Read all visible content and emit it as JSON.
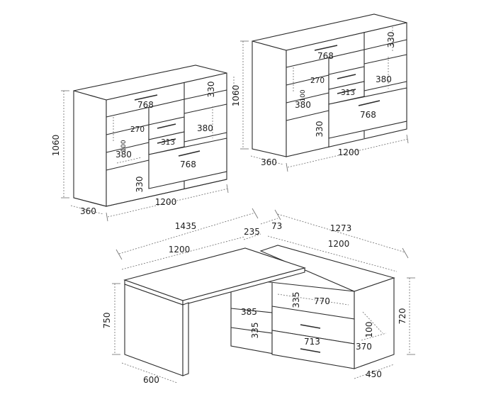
{
  "left_cabinet": {
    "height": "1060",
    "depth": "360",
    "width": "1200",
    "drawer_top": "768",
    "drawer_bottom": "768",
    "small_drawer": "313",
    "small_drawer_height": "100",
    "side_shelf_top": "330",
    "side_shelf_bottom": "330",
    "inner_width_270": "270",
    "right_compartment": "380",
    "left_compartment": "380"
  },
  "right_cabinet": {
    "height": "1060",
    "depth": "360",
    "width": "1200",
    "drawer_top": "768",
    "drawer_bottom": "768",
    "small_drawer": "313",
    "small_drawer_height": "100",
    "side_shelf_top": "330",
    "side_shelf_bottom": "330",
    "inner_width_270": "270",
    "right_compartment": "380",
    "left_compartment": "380"
  },
  "desk": {
    "overall_length": "1435",
    "offset_235": "235",
    "offset_73": "73",
    "return_length": "1273",
    "top_length": "1200",
    "return_top_length": "1200",
    "height": "750",
    "leg_depth": "600",
    "cabinet_height": "720",
    "cabinet_depth": "450",
    "shelf_top": "335",
    "shelf_bottom": "335",
    "open_width": "385",
    "drawer_width": "770",
    "drawer_inner": "713",
    "drawer_height": "100",
    "drawer_depth": "370"
  }
}
